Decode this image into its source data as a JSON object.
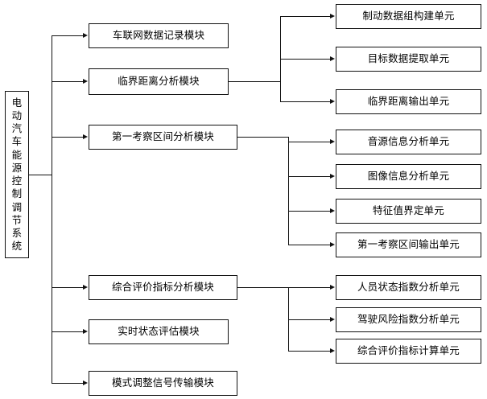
{
  "diagram": {
    "type": "block-flow-diagram",
    "orientation": "left-to-right",
    "root": {
      "id": "root",
      "label": "电\n动\n汽\n车\n能\n源\n控\n制\n调\n节\n系\n统"
    },
    "level1": [
      {
        "id": "l1-0",
        "label": "车联网数据记录模块"
      },
      {
        "id": "l1-1",
        "label": "临界距离分析模块"
      },
      {
        "id": "l1-2",
        "label": "第一考察区间分析模块"
      },
      {
        "id": "l1-3",
        "label": "综合评价指标分析模块"
      },
      {
        "id": "l1-4",
        "label": "实时状态评估模块"
      },
      {
        "id": "l1-5",
        "label": "模式调整信号传输模块"
      }
    ],
    "level2": {
      "from_l1_1": [
        {
          "id": "l2-0",
          "label": "制动数据组构建单元"
        },
        {
          "id": "l2-1",
          "label": "目标数据提取单元"
        },
        {
          "id": "l2-2",
          "label": "临界距离输出单元"
        }
      ],
      "from_l1_2": [
        {
          "id": "l2-3",
          "label": "音源信息分析单元"
        },
        {
          "id": "l2-4",
          "label": "图像信息分析单元"
        },
        {
          "id": "l2-5",
          "label": "特征值界定单元"
        },
        {
          "id": "l2-6",
          "label": "第一考察区间输出单元"
        }
      ],
      "from_l1_3": [
        {
          "id": "l2-7",
          "label": "人员状态指数分析单元"
        },
        {
          "id": "l2-8",
          "label": "驾驶风险指数分析单元"
        },
        {
          "id": "l2-9",
          "label": "综合评价指标计算单元"
        }
      ]
    },
    "colors": {
      "line": "#111111",
      "box_fill": "#ffffff",
      "text": "#000000"
    }
  }
}
